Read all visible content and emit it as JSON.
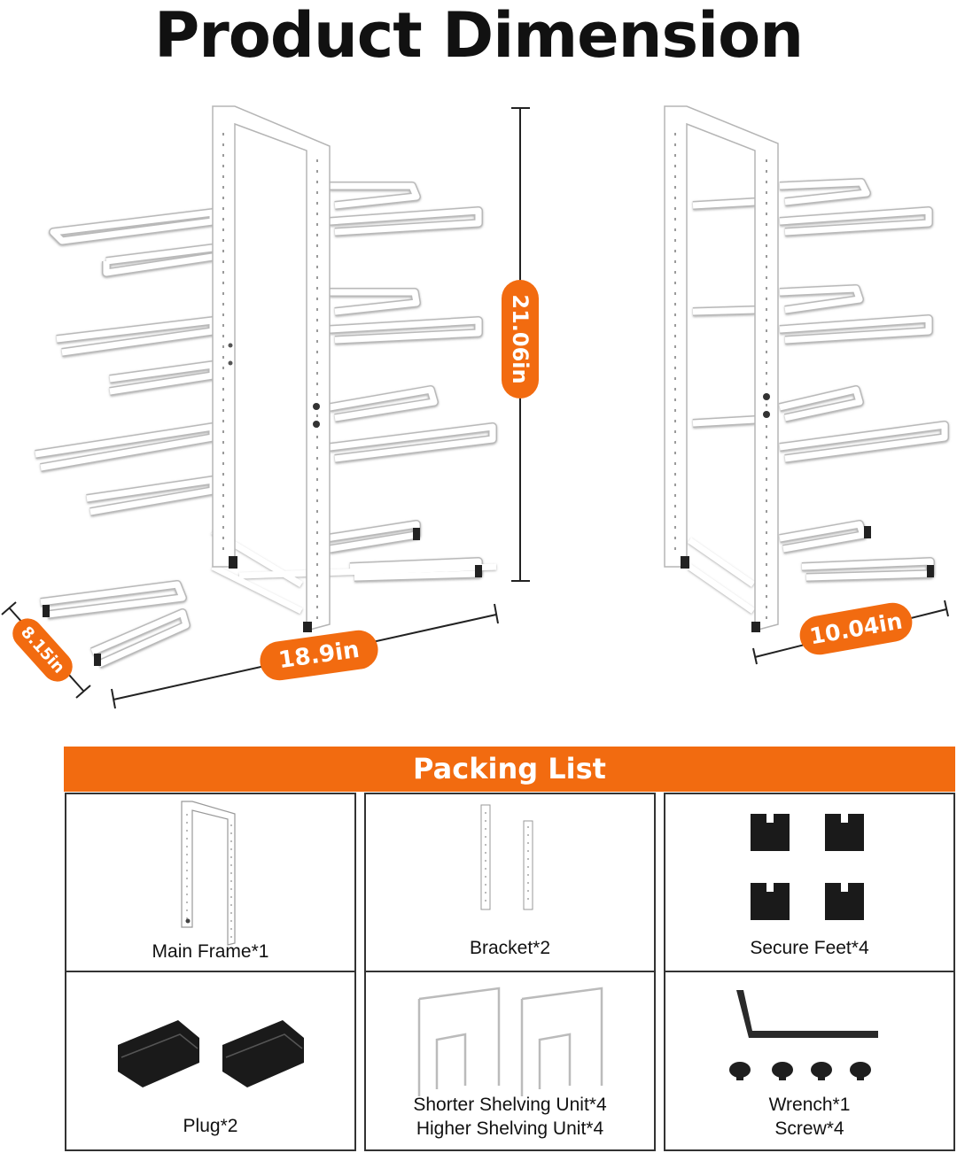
{
  "title": "Product Dimension",
  "dimensions": {
    "height": "21.06in",
    "width": "18.9in",
    "depth": "8.15in",
    "narrow_width": "10.04in"
  },
  "accent_color": "#F26B10",
  "packing_list": {
    "header": "Packing List",
    "items": [
      {
        "lines": [
          "Main Frame*1"
        ],
        "icon": "main-frame"
      },
      {
        "lines": [
          "Bracket*2"
        ],
        "icon": "bracket"
      },
      {
        "lines": [
          "Secure Feet*4"
        ],
        "icon": "secure-feet"
      },
      {
        "lines": [
          "Plug*2"
        ],
        "icon": "plug"
      },
      {
        "lines": [
          "Shorter Shelving Unit*4",
          "Higher Shelving Unit*4"
        ],
        "icon": "shelving-unit"
      },
      {
        "lines": [
          "Wrench*1",
          "Screw*4"
        ],
        "icon": "wrench-screw"
      }
    ]
  }
}
